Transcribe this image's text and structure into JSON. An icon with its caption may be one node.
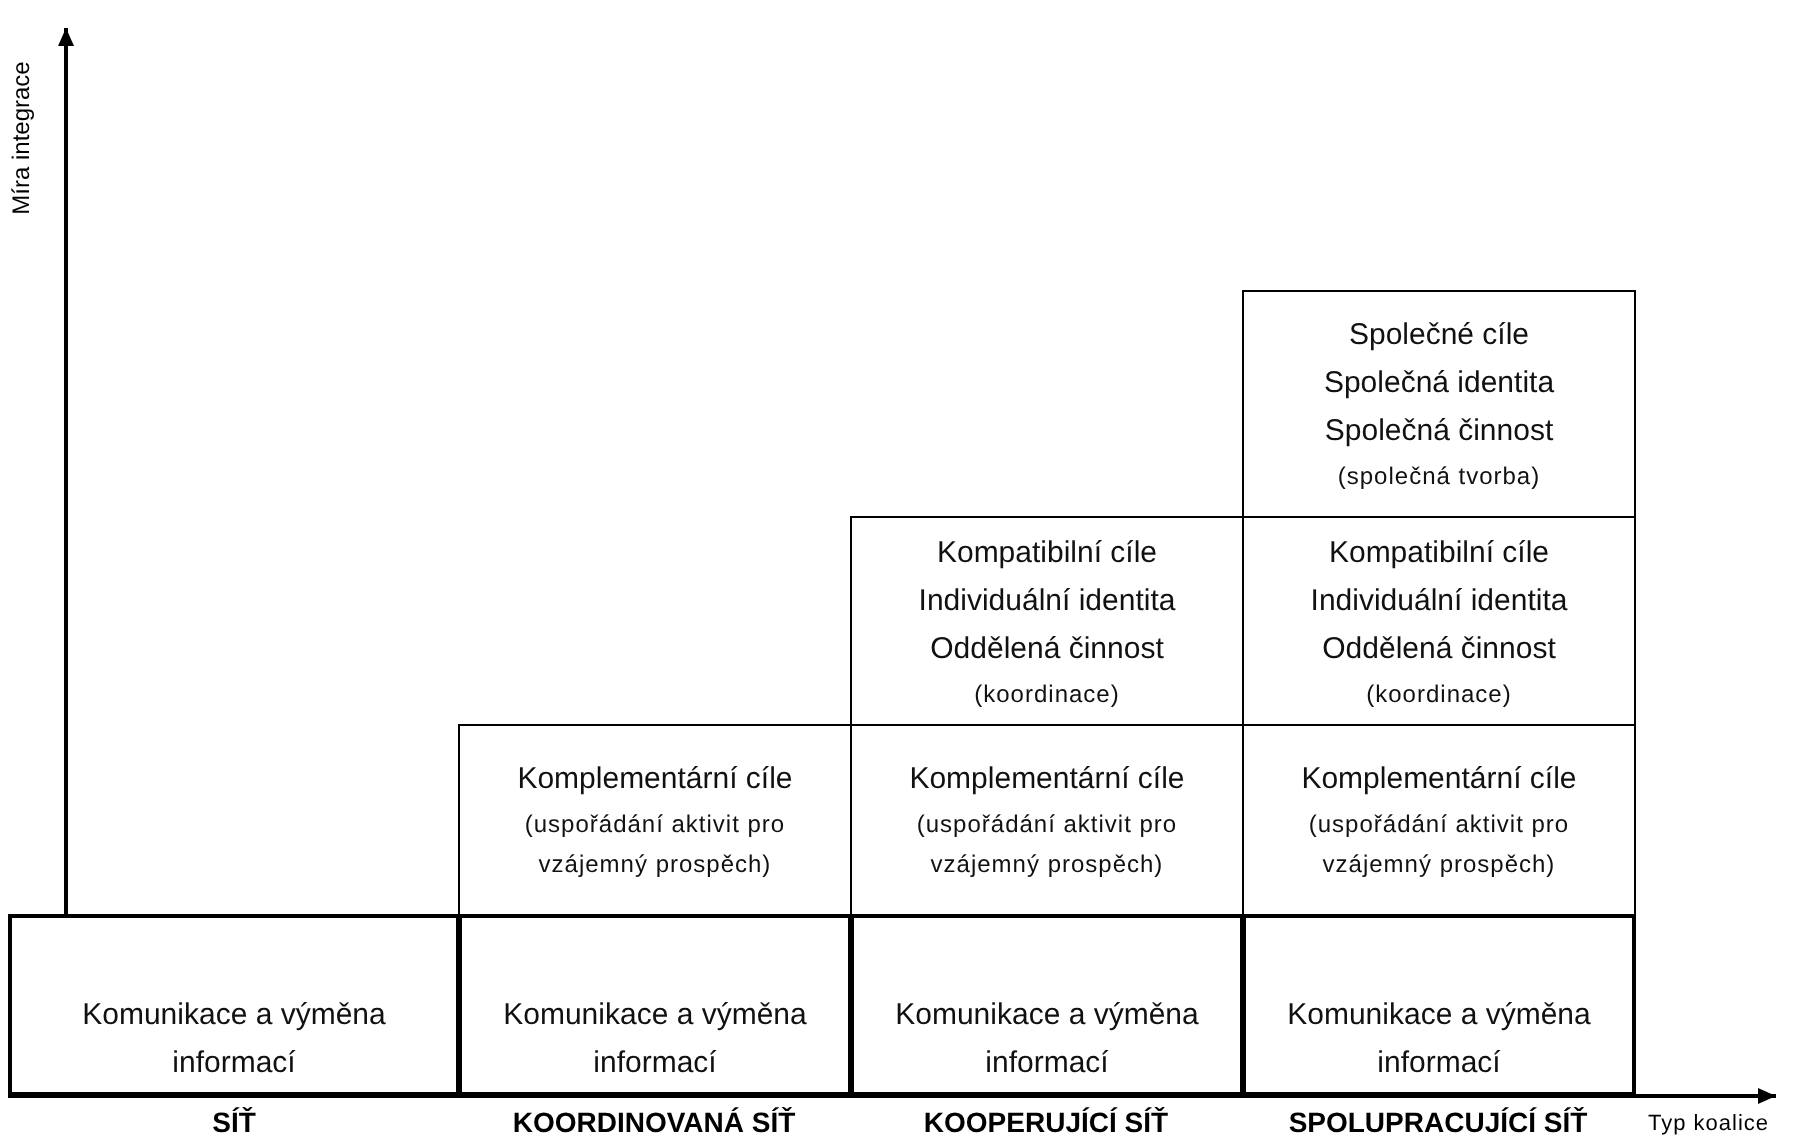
{
  "diagram": {
    "nodes": [
      {
        "text": [
          "Společné cíle",
          "Společná identita",
          "Společná činnost",
          "(společná tvorba)"
        ]
      },
      {
        "text": [
          "Kompatibilní cíle",
          "Individuální identita",
          "Oddělená činnost",
          "(koordinace)"
        ]
      },
      {
        "text": [
          "Kompatibilní cíle",
          "Individuální identita",
          "Oddělená činnost",
          "(koordinace)"
        ]
      },
      {
        "text": [
          "Komplementární cíle",
          "(uspořádání aktivit pro vzájemný prospěch)"
        ]
      },
      {
        "text": [
          "Komplementární cíle",
          "(uspořádání aktivit pro vzájemný prospěch)"
        ]
      },
      {
        "text": [
          "Komplementární cíle",
          "(uspořádání aktivit pro vzájemný prospěch)"
        ]
      },
      {
        "text": [
          "Komunikace a výměna informací"
        ]
      },
      {
        "text": [
          "Komunikace a výměna informací"
        ]
      },
      {
        "text": [
          "Komunikace a výměna informací"
        ]
      },
      {
        "text": [
          "Komunikace a výměna informací"
        ]
      }
    ],
    "labels": [
      "Míra integrace",
      "SÍŤ",
      "KOORDINOVANÁ SÍŤ",
      "KOOPERUJÍCÍ SÍŤ",
      "SPOLUPRACUJÍCÍ SÍŤ",
      "Typ koalice"
    ]
  }
}
